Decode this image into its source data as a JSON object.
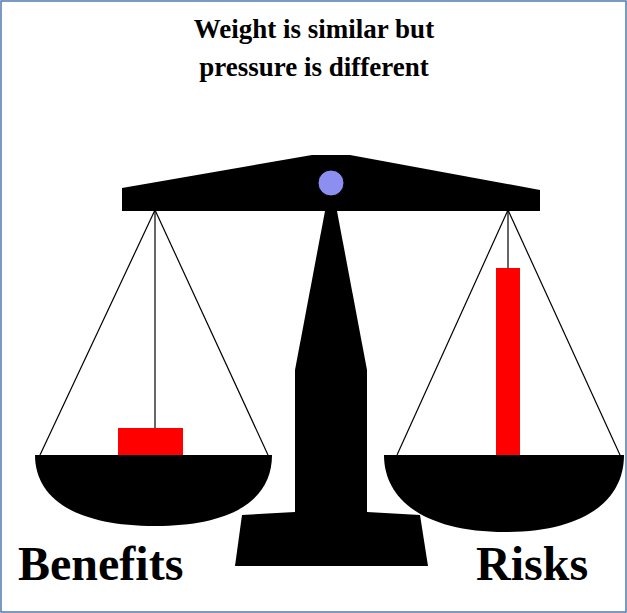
{
  "diagram": {
    "title": "Weight is similar but pressure is different",
    "labels": [
      "Benefits",
      "Risks"
    ]
  }
}
